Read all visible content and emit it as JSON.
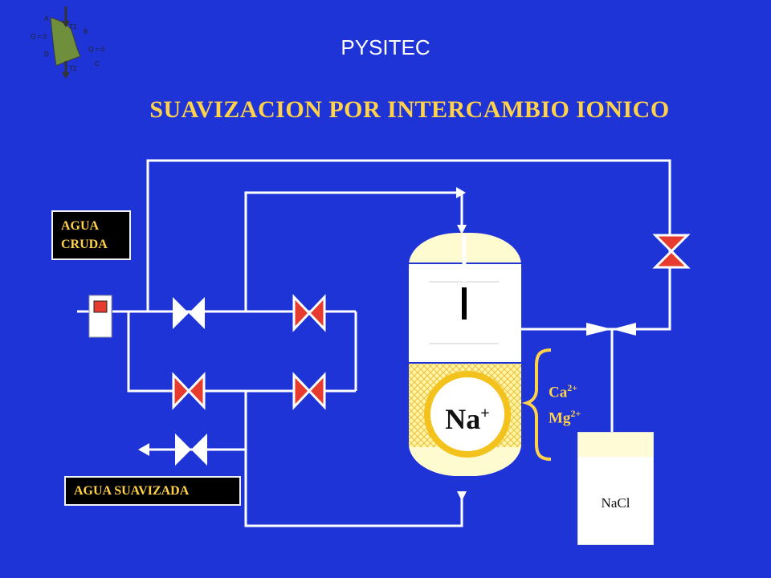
{
  "header": {
    "brand": "PYSITEC"
  },
  "diagram": {
    "title": "SUAVIZACION POR INTERCAMBIO IONICO",
    "inlet_label_line1": "AGUA",
    "inlet_label_line2": "CRUDA",
    "outlet_label": "AGUA SUAVIZADA",
    "resin_ion": "Na",
    "resin_ion_charge": "+",
    "removed_ion_1": "Ca",
    "removed_ion_1_charge": "2+",
    "removed_ion_2": "Mg",
    "removed_ion_2_charge": "2+",
    "brine_tank_label": "NaCl"
  },
  "logo": {
    "text_a": "A",
    "text_b": "B",
    "text_c": "C",
    "text_d": "D",
    "text_t1": "T1",
    "text_t2": "T2",
    "text_q_left": "Q = 0",
    "text_q_right": "Q = 0"
  },
  "colors": {
    "background": "#1f34d6",
    "pipe": "#ffffff",
    "valve_closed": "#e63b2e",
    "valve_open": "#ffffff",
    "title_text": "#ffd24a",
    "resin": "#f4c21c"
  }
}
